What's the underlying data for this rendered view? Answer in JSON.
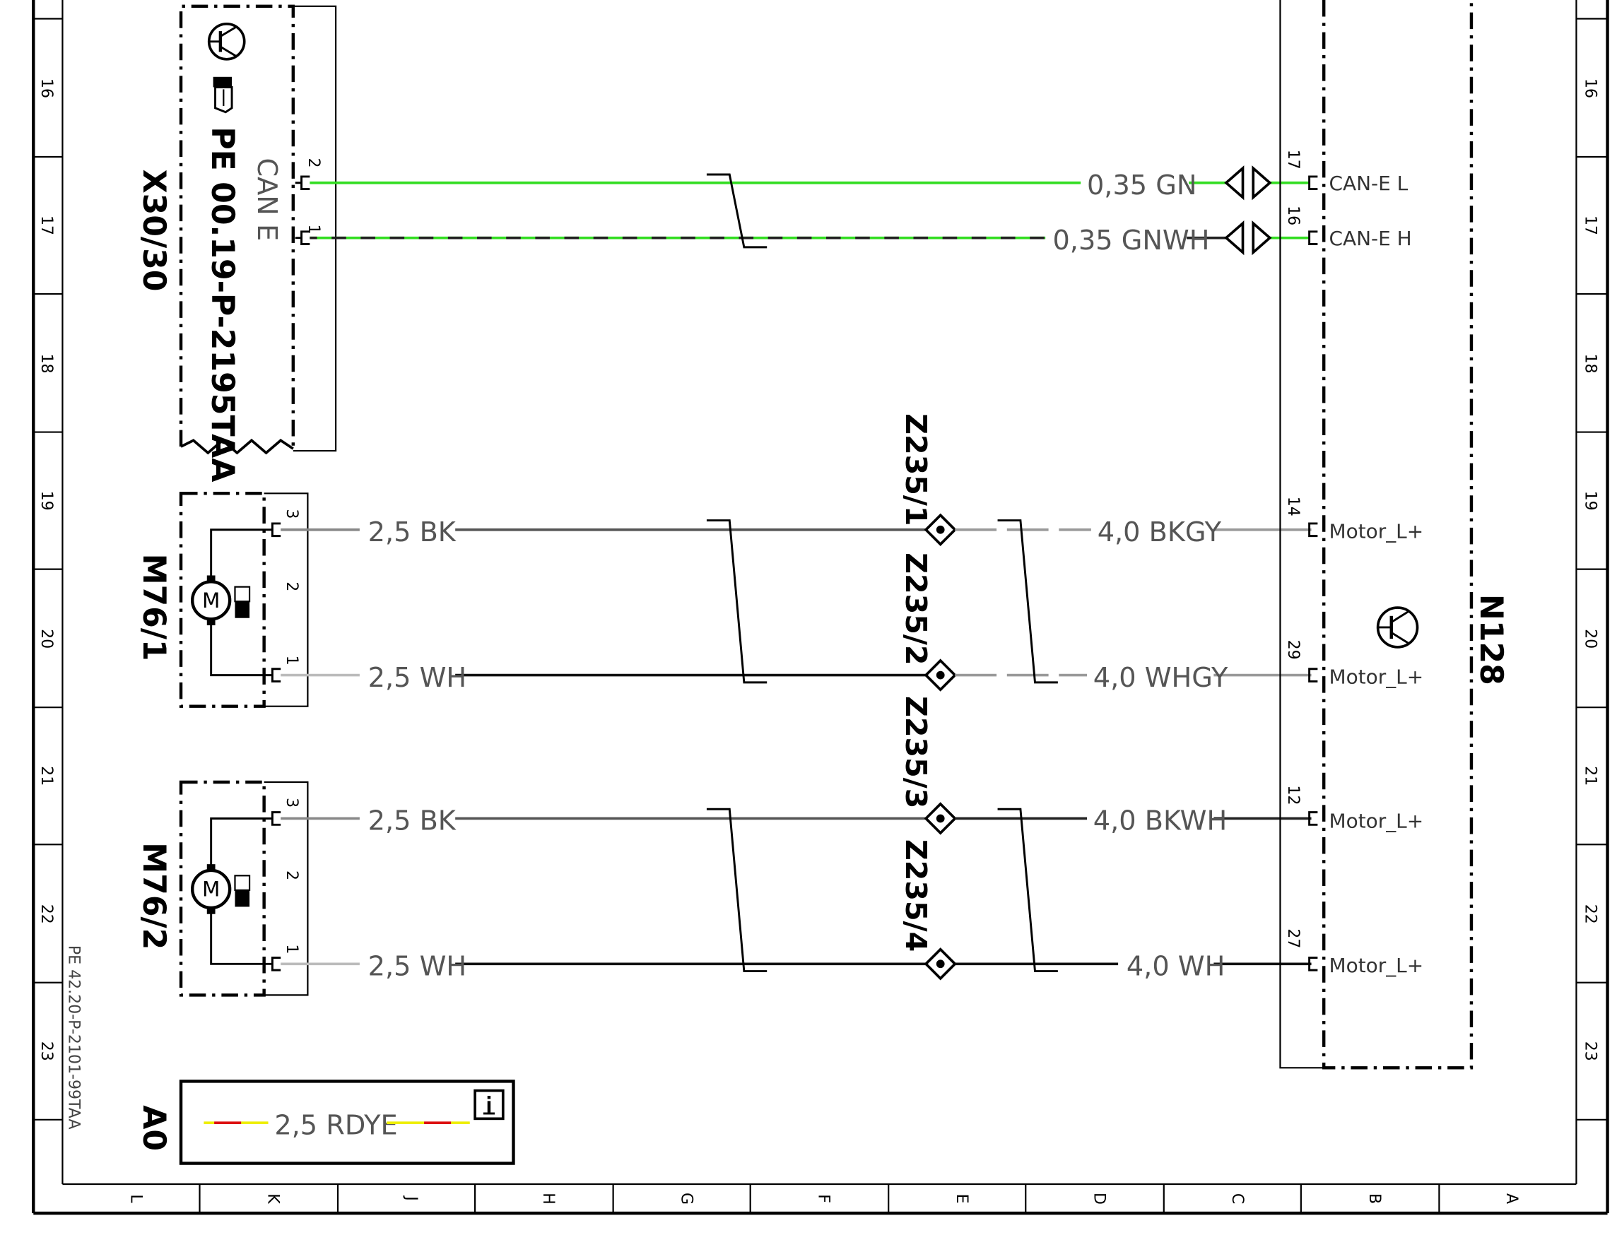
{
  "colors": {
    "frame": "#000000",
    "wire_dark": "#222222",
    "wire_green": "#33dd22",
    "wire_grey": "#999999",
    "wire_red": "#dd1111",
    "wire_yellow": "#eeee00",
    "label_grey": "#555555"
  },
  "row_ticks": [
    "16",
    "17",
    "18",
    "19",
    "20",
    "21",
    "22",
    "23"
  ],
  "column_labels": [
    "L",
    "K",
    "J",
    "H",
    "G",
    "F",
    "E",
    "D",
    "C",
    "B",
    "A"
  ],
  "doc_reference": "PE 42.20-P-2101-99TAA",
  "components": {
    "x30": {
      "id": "X30/30",
      "ref": "PE 00.19-P-2195TAA",
      "group_label": "CAN E",
      "pins": [
        "2",
        "1"
      ],
      "icons": [
        "transistor-icon",
        "hand-pointer-icon"
      ]
    },
    "m76_1": {
      "id": "M76/1",
      "pins": [
        "3",
        "2",
        "1"
      ],
      "icon": "motor-icon"
    },
    "m76_2": {
      "id": "M76/2",
      "pins": [
        "3",
        "2",
        "1"
      ],
      "icon": "motor-icon"
    },
    "n128": {
      "id": "N128",
      "icon": "transistor-icon",
      "pins": [
        {
          "num": "17",
          "label": "CAN-E L"
        },
        {
          "num": "16",
          "label": "CAN-E H"
        },
        {
          "num": "14",
          "label": "Motor_L+"
        },
        {
          "num": "29",
          "label": "Motor_L+"
        },
        {
          "num": "12",
          "label": "Motor_L+"
        },
        {
          "num": "27",
          "label": "Motor_L+"
        }
      ]
    },
    "splices": [
      "Z235/1",
      "Z235/2",
      "Z235/3",
      "Z235/4"
    ]
  },
  "wires": {
    "can_l": "0,35 GN",
    "can_h": "0,35 GNWH",
    "m1_3": "2,5 BK",
    "m1_1": "2,5 WH",
    "m2_3": "2,5 BK",
    "m2_1": "2,5 WH",
    "n_14": "4,0 BKGY",
    "n_29": "4,0 WHGY",
    "n_12": "4,0 BKWH",
    "n_27": "4,0 WH"
  },
  "legend": {
    "id": "A0",
    "wire": "2,5 RDYE",
    "icon": "info-icon"
  }
}
